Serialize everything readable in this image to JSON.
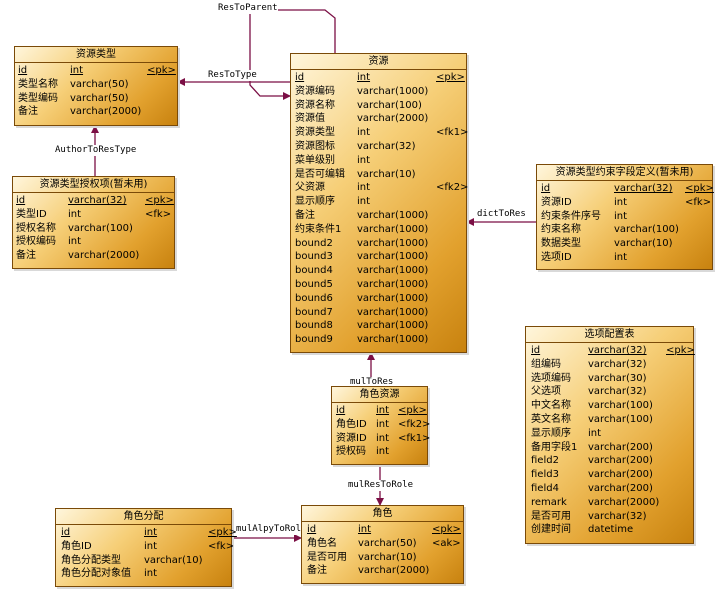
{
  "entities": {
    "resource_type": {
      "title": "资源类型",
      "rows": [
        {
          "name": "id",
          "type": "int",
          "key": "<pk>",
          "pk": true
        },
        {
          "name": "类型名称",
          "type": "varchar(50)",
          "key": ""
        },
        {
          "name": "类型编码",
          "type": "varchar(50)",
          "key": ""
        },
        {
          "name": "备注",
          "type": "varchar(2000)",
          "key": ""
        }
      ]
    },
    "resource_type_auth": {
      "title": "资源类型授权项(暂未用)",
      "rows": [
        {
          "name": "id",
          "type": "varchar(32)",
          "key": "<pk>",
          "pk": true
        },
        {
          "name": "类型ID",
          "type": "int",
          "key": "<fk>"
        },
        {
          "name": "授权名称",
          "type": "varchar(100)",
          "key": ""
        },
        {
          "name": "授权编码",
          "type": "int",
          "key": ""
        },
        {
          "name": "备注",
          "type": "varchar(2000)",
          "key": ""
        }
      ]
    },
    "resource": {
      "title": "资源",
      "rows": [
        {
          "name": "id",
          "type": "int",
          "key": "<pk>",
          "pk": true
        },
        {
          "name": "资源编码",
          "type": "varchar(1000)",
          "key": ""
        },
        {
          "name": "资源名称",
          "type": "varchar(100)",
          "key": ""
        },
        {
          "name": "资源值",
          "type": "varchar(2000)",
          "key": ""
        },
        {
          "name": "资源类型",
          "type": "int",
          "key": "<fk1>"
        },
        {
          "name": "资源图标",
          "type": "varchar(32)",
          "key": ""
        },
        {
          "name": "菜单级别",
          "type": "int",
          "key": ""
        },
        {
          "name": "是否可编辑",
          "type": "varchar(10)",
          "key": ""
        },
        {
          "name": "父资源",
          "type": "int",
          "key": "<fk2>"
        },
        {
          "name": "显示顺序",
          "type": "int",
          "key": ""
        },
        {
          "name": "备注",
          "type": "varchar(1000)",
          "key": ""
        },
        {
          "name": "约束条件1",
          "type": "varchar(1000)",
          "key": ""
        },
        {
          "name": "bound2",
          "type": "varchar(1000)",
          "key": ""
        },
        {
          "name": "bound3",
          "type": "varchar(1000)",
          "key": ""
        },
        {
          "name": "bound4",
          "type": "varchar(1000)",
          "key": ""
        },
        {
          "name": "bound5",
          "type": "varchar(1000)",
          "key": ""
        },
        {
          "name": "bound6",
          "type": "varchar(1000)",
          "key": ""
        },
        {
          "name": "bound7",
          "type": "varchar(1000)",
          "key": ""
        },
        {
          "name": "bound8",
          "type": "varchar(1000)",
          "key": ""
        },
        {
          "name": "bound9",
          "type": "varchar(1000)",
          "key": ""
        }
      ]
    },
    "constraint_def": {
      "title": "资源类型约束字段定义(暂未用)",
      "rows": [
        {
          "name": "id",
          "type": "varchar(32)",
          "key": "<pk>",
          "pk": true
        },
        {
          "name": "资源ID",
          "type": "int",
          "key": "<fk>"
        },
        {
          "name": "约束条件序号",
          "type": "int",
          "key": ""
        },
        {
          "name": "约束名称",
          "type": "varchar(100)",
          "key": ""
        },
        {
          "name": "数据类型",
          "type": "varchar(10)",
          "key": ""
        },
        {
          "name": "选项ID",
          "type": "int",
          "key": ""
        }
      ]
    },
    "options_table": {
      "title": "选项配置表",
      "rows": [
        {
          "name": "id",
          "type": "varchar(32)",
          "key": "<pk>",
          "pk": true
        },
        {
          "name": "组编码",
          "type": "varchar(32)",
          "key": ""
        },
        {
          "name": "选项编码",
          "type": "varchar(30)",
          "key": ""
        },
        {
          "name": "父选项",
          "type": "varchar(32)",
          "key": ""
        },
        {
          "name": "中文名称",
          "type": "varchar(100)",
          "key": ""
        },
        {
          "name": "英文名称",
          "type": "varchar(100)",
          "key": ""
        },
        {
          "name": "显示顺序",
          "type": "int",
          "key": ""
        },
        {
          "name": "备用字段1",
          "type": "varchar(200)",
          "key": ""
        },
        {
          "name": "field2",
          "type": "varchar(200)",
          "key": ""
        },
        {
          "name": "field3",
          "type": "varchar(200)",
          "key": ""
        },
        {
          "name": "field4",
          "type": "varchar(200)",
          "key": ""
        },
        {
          "name": "remark",
          "type": "varchar(2000)",
          "key": ""
        },
        {
          "name": "是否可用",
          "type": "varchar(32)",
          "key": ""
        },
        {
          "name": "创建时间",
          "type": "datetime",
          "key": ""
        }
      ]
    },
    "role_resource": {
      "title": "角色资源",
      "rows": [
        {
          "name": "id",
          "type": "int",
          "key": "<pk>",
          "pk": true
        },
        {
          "name": "角色ID",
          "type": "int",
          "key": "<fk2>"
        },
        {
          "name": "资源ID",
          "type": "int",
          "key": "<fk1>"
        },
        {
          "name": "授权码",
          "type": "int",
          "key": ""
        }
      ]
    },
    "role": {
      "title": "角色",
      "rows": [
        {
          "name": "id",
          "type": "int",
          "key": "<pk>",
          "pk": true
        },
        {
          "name": "角色名",
          "type": "varchar(50)",
          "key": "<ak>"
        },
        {
          "name": "是否可用",
          "type": "varchar(10)",
          "key": ""
        },
        {
          "name": "备注",
          "type": "varchar(2000)",
          "key": ""
        }
      ]
    },
    "role_assign": {
      "title": "角色分配",
      "rows": [
        {
          "name": "id",
          "type": "int",
          "key": "<pk>",
          "pk": true
        },
        {
          "name": "角色ID",
          "type": "int",
          "key": "<fk>"
        },
        {
          "name": "角色分配类型",
          "type": "varchar(10)",
          "key": ""
        },
        {
          "name": "角色分配对象值",
          "type": "int",
          "key": ""
        }
      ]
    }
  },
  "relationships": {
    "res_to_parent": "ResToParent",
    "res_to_type": "ResToType",
    "author_to_res_type": "AuthorToResType",
    "dict_to_res": "dictToRes",
    "mul_to_res": "mulToRes",
    "mul_res_to_role": "mulResToRole",
    "mul_alpy_to_role": "mulAlpyToRole"
  },
  "colors": {
    "line": "#7b0f45",
    "border": "#7a4a08",
    "fill": "#e2a12e"
  }
}
